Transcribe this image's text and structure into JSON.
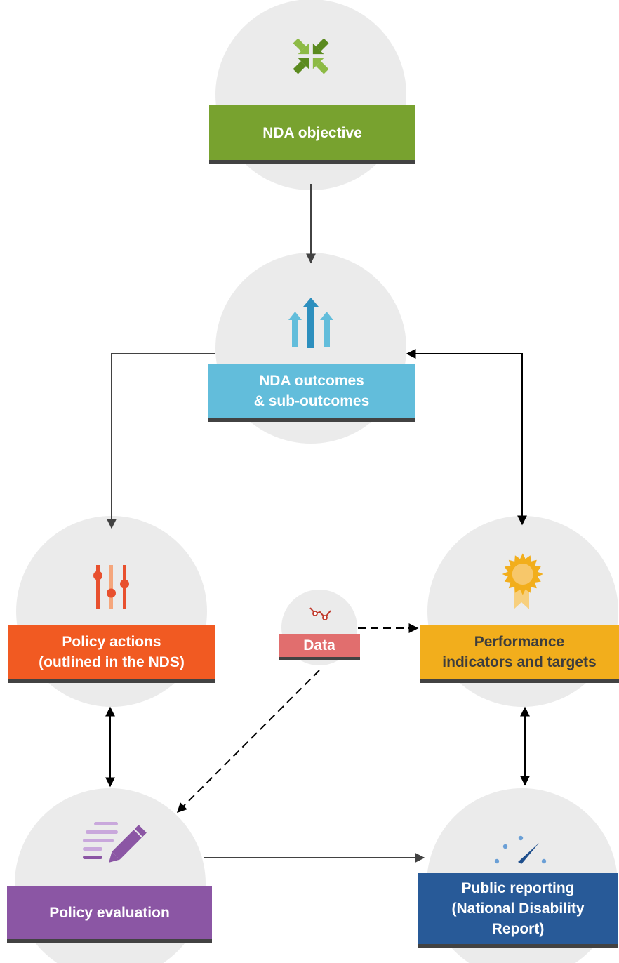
{
  "nodes": {
    "nda_objective": {
      "label": "NDA objective",
      "color": "#78a22f",
      "icon": "arrows-converge-icon"
    },
    "nda_outcomes": {
      "line1": "NDA outcomes",
      "line2": "& sub-outcomes",
      "color": "#62bddb",
      "icon": "rising-arrows-icon"
    },
    "policy_actions": {
      "line1": "Policy actions",
      "line2": "(outlined in the NDS)",
      "color": "#f15a22",
      "icon": "sliders-icon"
    },
    "data": {
      "label": "Data",
      "color": "#e16e6e",
      "icon": "line-chart-icon"
    },
    "performance": {
      "line1": "Performance",
      "line2": "indicators and targets",
      "color": "#f2ae1c",
      "icon": "award-ribbon-icon"
    },
    "policy_evaluation": {
      "label": "Policy evaluation",
      "color": "#8b56a4",
      "icon": "list-pencil-icon"
    },
    "public_reporting": {
      "line1": "Public reporting",
      "line2": "(National Disability",
      "line3": "Report)",
      "color": "#285a98",
      "icon": "gauge-icon"
    }
  }
}
